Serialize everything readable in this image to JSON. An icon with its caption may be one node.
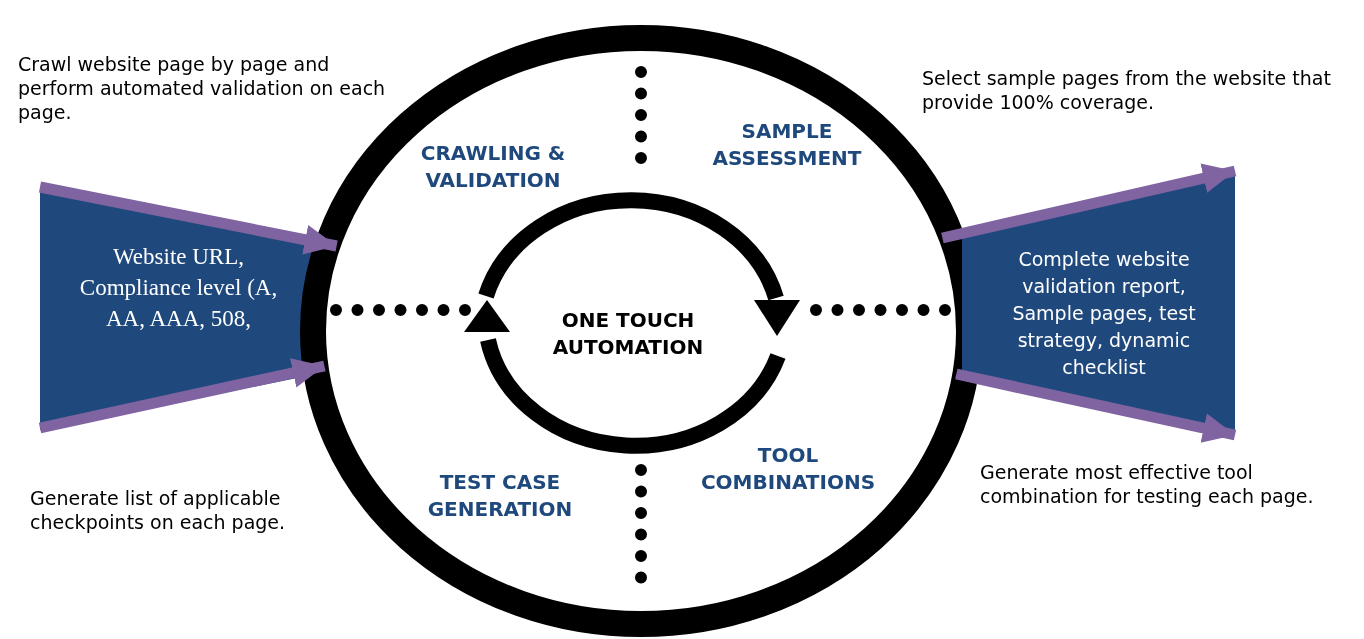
{
  "diagram": {
    "nodes": [
      {
        "text": [
          "Website URL, Compliance level (A, AA, AAA, 508,"
        ]
      },
      {
        "text": [],
        "shape": "circle"
      },
      {
        "text": [
          "Complete website validation report, Sample pages, test strategy, dynamic checklist"
        ]
      }
    ],
    "edges": [
      {
        "from": 0,
        "to": 1,
        "arrow": "to"
      },
      {
        "from": 0,
        "to": 1,
        "arrow": "to"
      },
      {
        "from": 1,
        "to": 2,
        "arrow": "to"
      },
      {
        "from": 1,
        "to": 2,
        "arrow": "to"
      }
    ],
    "labels": [
      "Crawl website page by page and perform automated validation on each page.",
      "Select sample pages from the website that provide 100% coverage.",
      "CRAWLING & VALIDATION",
      "SAMPLE ASSESSMENT",
      "ONE TOUCH AUTOMATION",
      "TOOL COMBINATIONS",
      "TEST CASE GENERATION",
      "Generate most effective tool combination for testing each page.",
      "Generate list of applicable checkpoints on each page."
    ]
  }
}
